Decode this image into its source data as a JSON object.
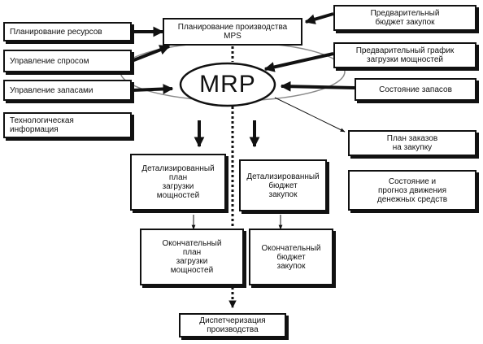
{
  "diagram": {
    "mrp_label": "MRP",
    "inputs_left": [
      "Планирование ресурсов",
      "Управление спросом",
      "Управление запасами",
      "Технологическая\nинформация"
    ],
    "mps": "Планирование производства\nMPS",
    "inputs_right": [
      "Предварительный\nбюджет закупок",
      "Предварительный  график\nзагрузки мощностей",
      "Состояние запасов"
    ],
    "outputs_right": [
      "План заказов\nна закупку",
      "Состояние и\nпрогноз движения\nденежных средств"
    ],
    "detailed_capacity": "Детализированный\nплан\nзагрузки\nмощностей",
    "detailed_budget": "Детализированный\nбюджет\nзакупок",
    "final_capacity": "Окончательный\nплан\nзагрузки\nмощностей",
    "final_budget": "Окончательный\nбюджет\nзакупок",
    "dispatch": "Диспетчеризация\nпроизводства"
  }
}
